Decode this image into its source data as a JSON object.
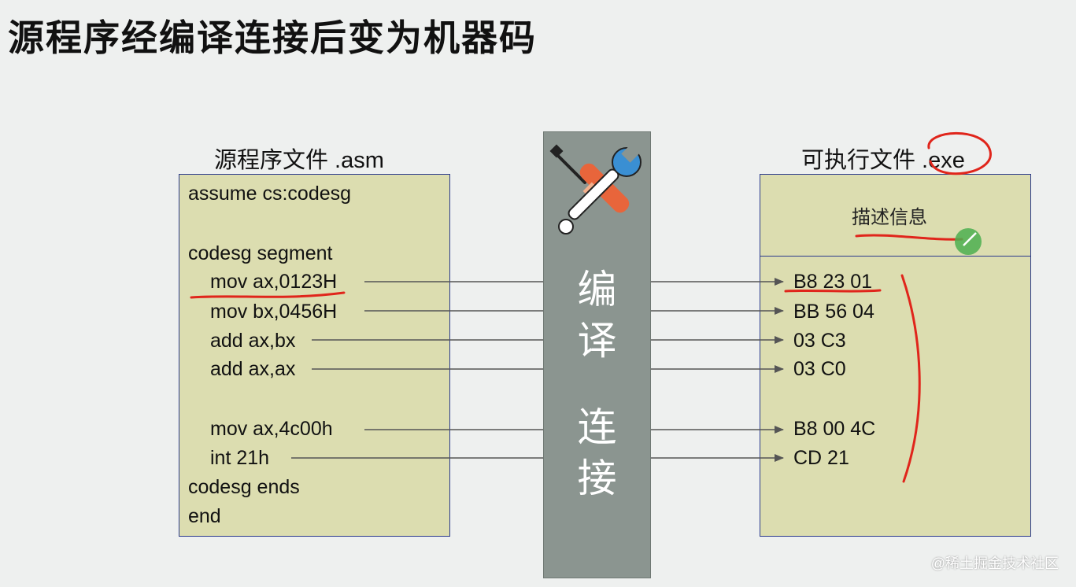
{
  "title": "源程序经编译连接后变为机器码",
  "source": {
    "caption": "源程序文件 .asm",
    "lines": [
      "assume cs:codesg",
      "codesg segment",
      "mov ax,0123H",
      "mov bx,0456H",
      "add ax,bx",
      "add ax,ax",
      "mov ax,4c00h",
      "int 21h",
      "codesg ends",
      "end"
    ]
  },
  "process": {
    "char1": "编",
    "char2": "译",
    "char3": "连",
    "char4": "接",
    "icon": "tools-icon"
  },
  "exe": {
    "caption": "可执行文件 .exe",
    "description": "描述信息",
    "machine_code": [
      "B8 23 01",
      "BB 56 04",
      "03 C3",
      "03 C0",
      "B8 00 4C",
      "CD 21"
    ]
  },
  "watermark": "@稀土掘金技术社区",
  "colors": {
    "box_fill": "#dcddb0",
    "box_border": "#2b3a8c",
    "center_column": "#8b9590",
    "annotation": "#e0251b",
    "arrow": "#555555"
  }
}
